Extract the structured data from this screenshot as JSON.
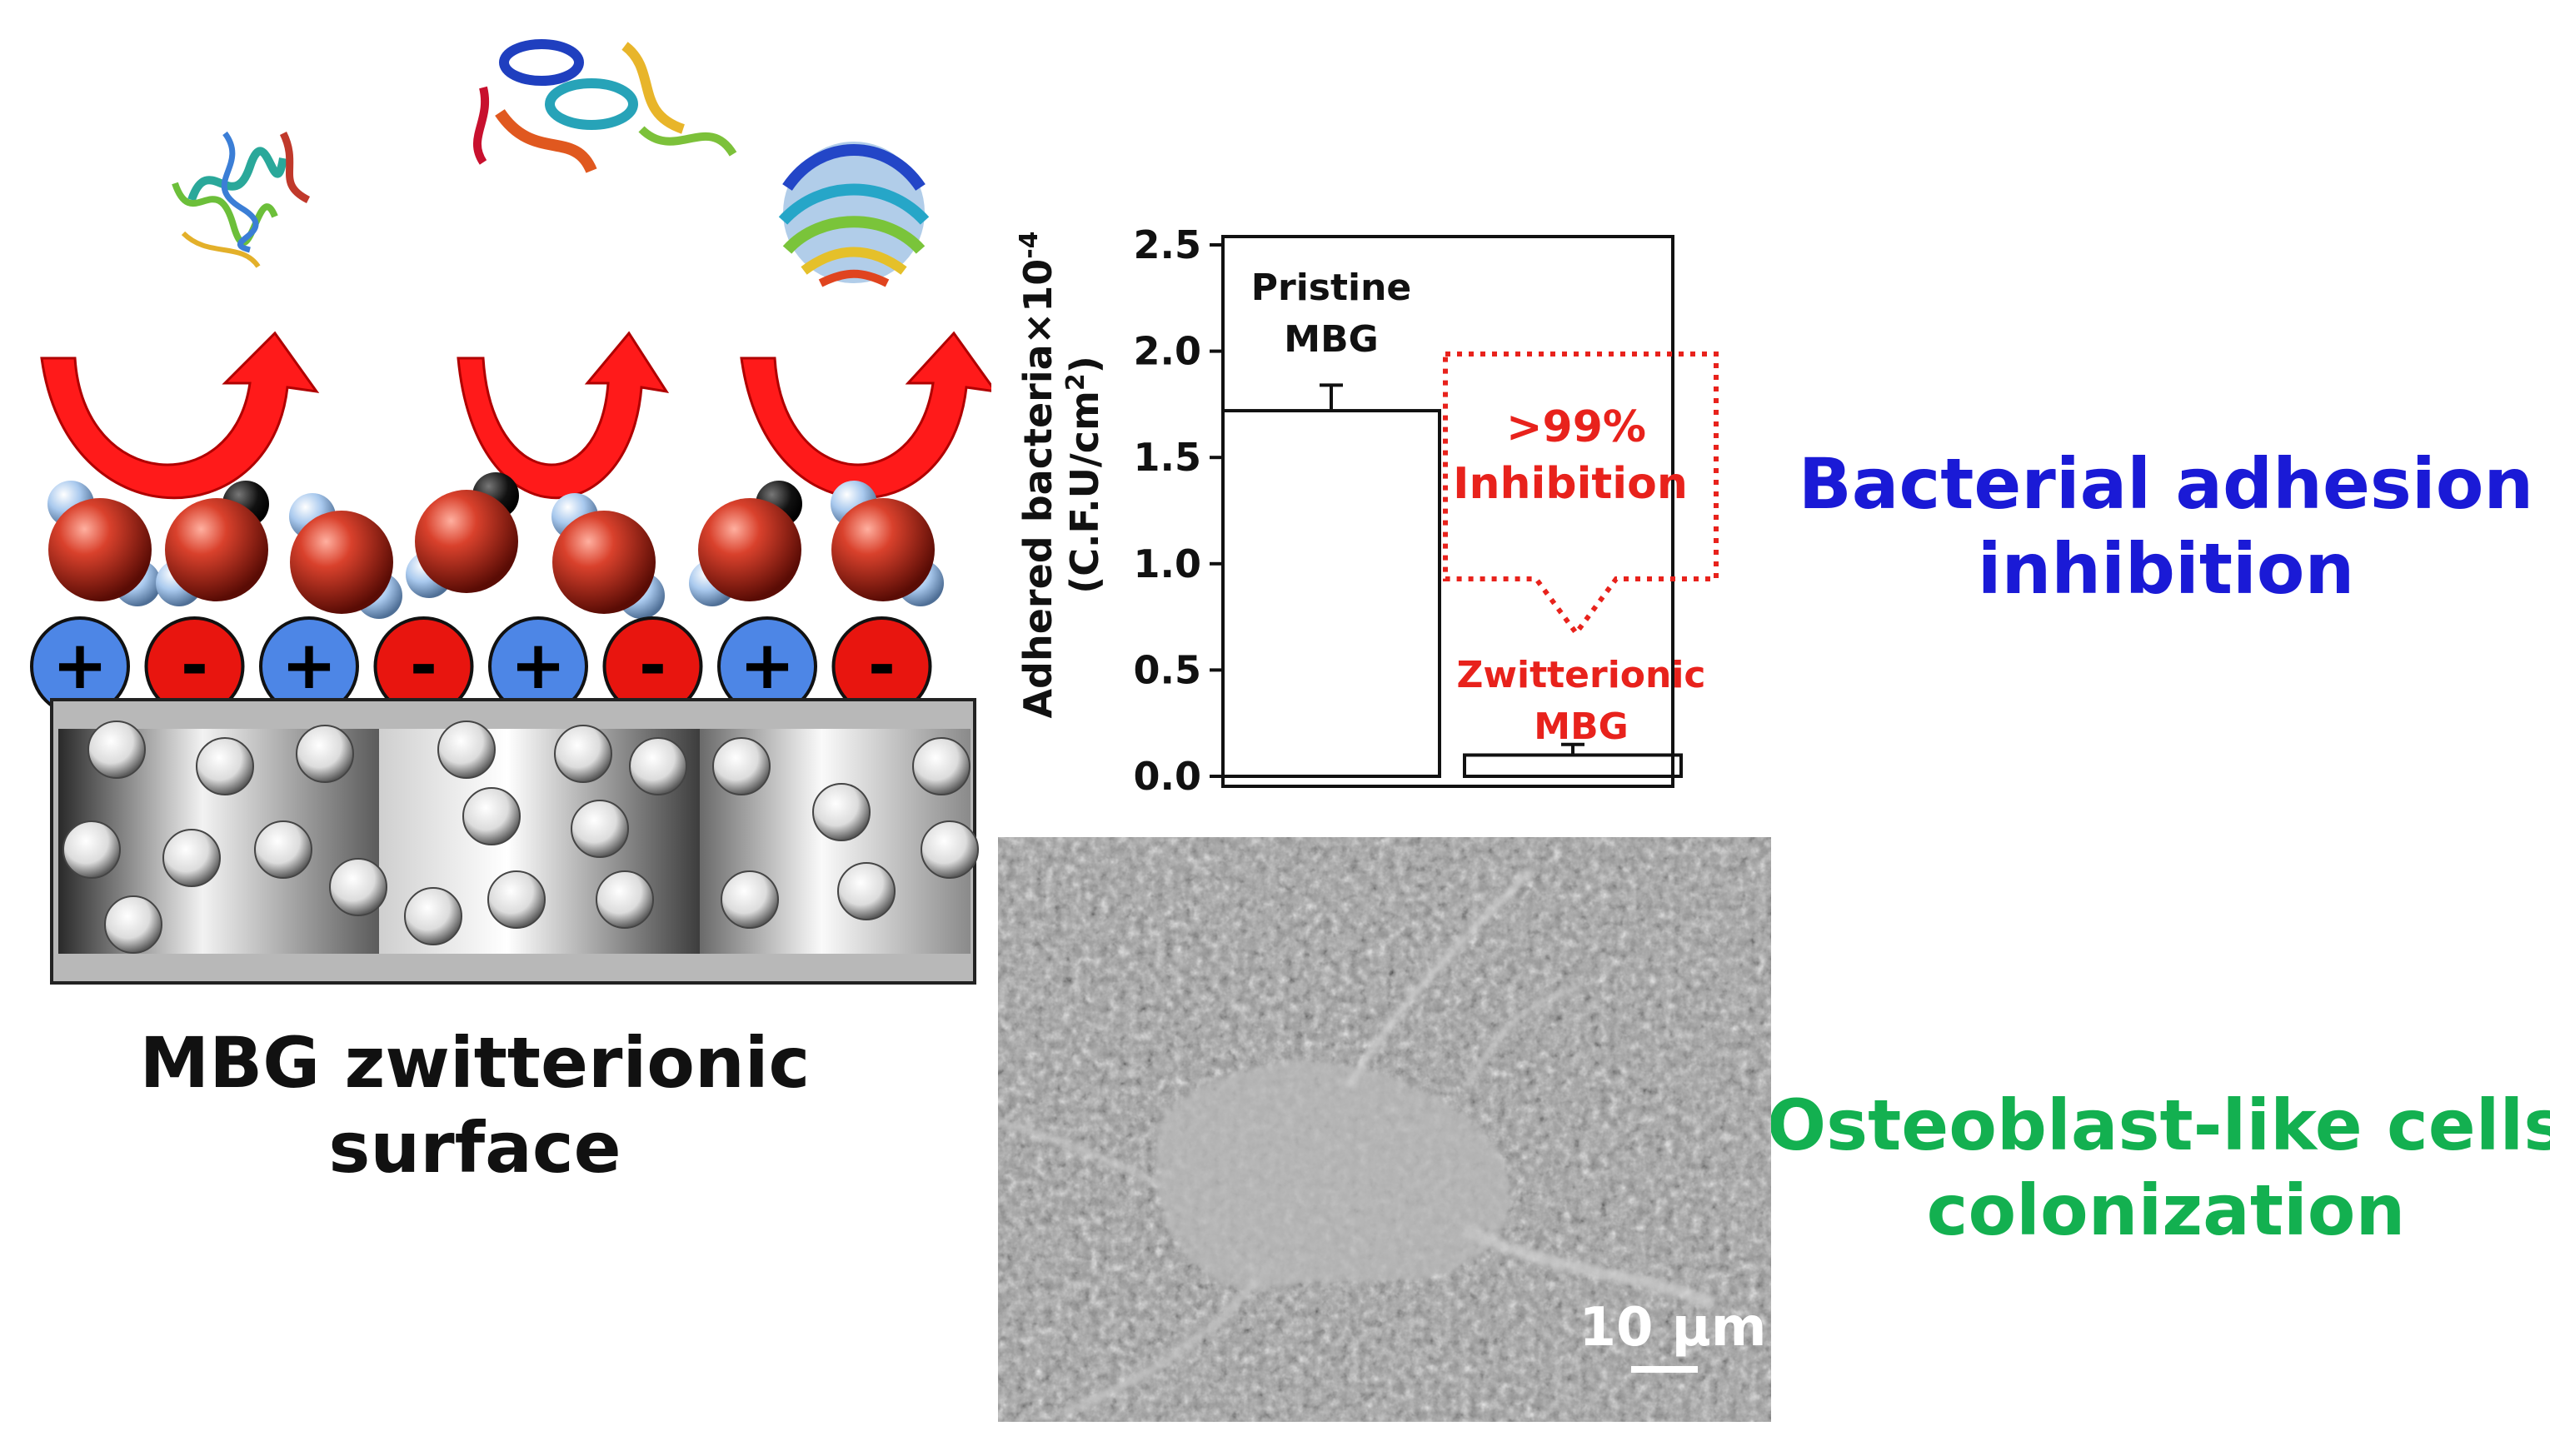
{
  "captions": {
    "surface_line1": "MBG zwitterionic",
    "surface_line2": "surface",
    "bacterial_line1": "Bacterial adhesion",
    "bacterial_line2": "inhibition",
    "osteoblast_line1": "Osteoblast-like cells",
    "osteoblast_line2": "colonization"
  },
  "charges": [
    "+",
    "-",
    "+",
    "-",
    "+",
    "-",
    "+",
    "-"
  ],
  "chart_data": {
    "type": "bar",
    "categories": [
      "Pristine MBG",
      "Zwitterionic MBG"
    ],
    "category_label_lines": [
      [
        "Pristine",
        "MBG"
      ],
      [
        "Zwitterionic",
        "MBG"
      ]
    ],
    "values": [
      1.72,
      0.1
    ],
    "errors": [
      0.12,
      0.05
    ],
    "ylim": [
      0,
      2.5
    ],
    "yticks": [
      "0.0",
      "0.5",
      "1.0",
      "1.5",
      "2.0",
      "2.5"
    ],
    "ylabel_line1": "Adhered bacteria×10",
    "ylabel_exp": "-4",
    "ylabel_line2": "(C.F.U/cm",
    "ylabel_line2_exp": "2",
    "ylabel_line2_end": ")",
    "annotation_line1": ">99%",
    "annotation_line2": "Inhibition",
    "annotation_color": "#e8221c",
    "bar_color": "#ffffff"
  },
  "sem": {
    "scale_label": "10 μm"
  },
  "colors": {
    "positive": "#4d86e6",
    "negative": "#e8150f",
    "arrow": "#ff1a1a",
    "oxygen": "#c0392b",
    "hydrogen": "#a9c9ee"
  }
}
